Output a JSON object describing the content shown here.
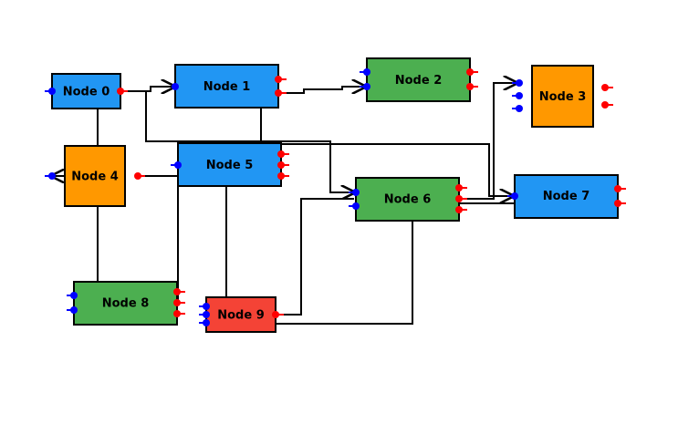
{
  "colors": {
    "blue": "#2196F3",
    "green": "#4CAF50",
    "orange": "#FF9800",
    "red": "#F44336",
    "input_pin": "#0000FF",
    "output_pin": "#FF0000",
    "edge": "#000000"
  },
  "nodes": [
    {
      "id": "n0",
      "label": "Node 0",
      "color": "blue"
    },
    {
      "id": "n1",
      "label": "Node 1",
      "color": "blue"
    },
    {
      "id": "n2",
      "label": "Node 2",
      "color": "green"
    },
    {
      "id": "n3",
      "label": "Node 3",
      "color": "orange"
    },
    {
      "id": "n4",
      "label": "Node 4",
      "color": "orange"
    },
    {
      "id": "n5",
      "label": "Node 5",
      "color": "blue"
    },
    {
      "id": "n6",
      "label": "Node 6",
      "color": "green"
    },
    {
      "id": "n7",
      "label": "Node 7",
      "color": "blue"
    },
    {
      "id": "n8",
      "label": "Node 8",
      "color": "green"
    },
    {
      "id": "n9",
      "label": "Node 9",
      "color": "red"
    }
  ],
  "edges": [
    {
      "from": "n0",
      "to": "n1"
    },
    {
      "from": "n1",
      "to": "n2"
    },
    {
      "from": "n0",
      "to": "n6"
    },
    {
      "from": "n6",
      "to": "n3"
    },
    {
      "from": "n1",
      "to": "n7"
    },
    {
      "from": "n0",
      "to": "n8"
    },
    {
      "from": "n4",
      "to": "n5"
    },
    {
      "from": "n5",
      "to": "n9"
    },
    {
      "from": "n9",
      "to": "n6"
    },
    {
      "from": "n6",
      "to": "n9"
    },
    {
      "from": "n5",
      "to": "n8"
    }
  ]
}
